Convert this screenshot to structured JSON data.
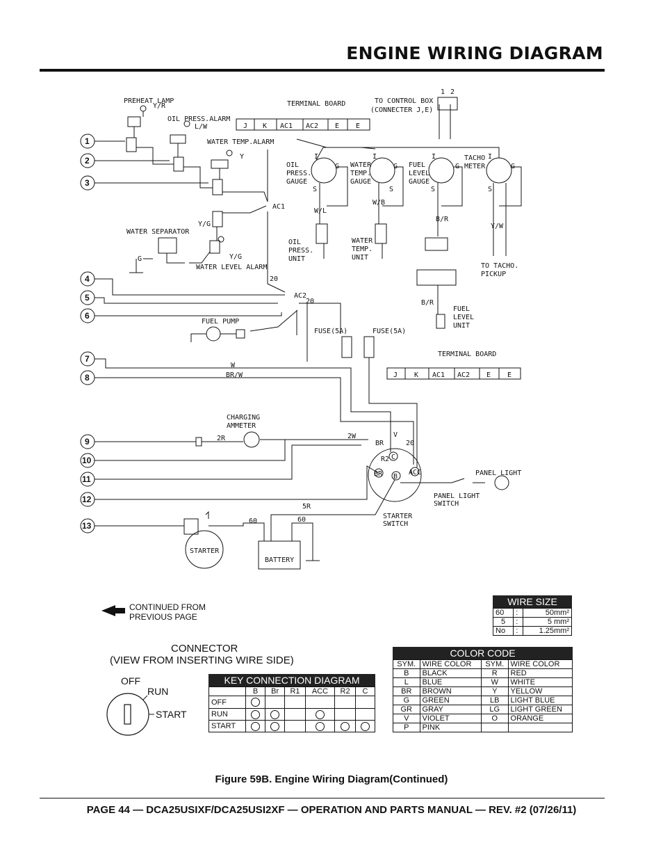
{
  "page": {
    "title": "ENGINE WIRING DIAGRAM",
    "caption": "Figure 59B. Engine Wiring Diagram(Continued)",
    "footer": "PAGE 44 — DCA25USIXF/DCA25USI2XF — OPERATION AND PARTS MANUAL — REV. #2 (07/26/11)"
  },
  "diagram": {
    "labels": {
      "preheat_lamp": "PREHEAT LAMP",
      "oil_press_alarm": "OIL PRESS.ALARM",
      "water_temp_alarm": "WATER TEMP.ALARM",
      "terminal_board_top": "TERMINAL BOARD",
      "to_control_box": "TO CONTROL BOX",
      "connecter_je": "(CONNECTER J,E)",
      "water_separator": "WATER SEPARATOR",
      "water_level_alarm": "WATER LEVEL ALARM",
      "oil_press_gauge": [
        "OIL",
        "PRESS.",
        "GAUGE"
      ],
      "water_temp_gauge": [
        "WATER",
        "TEMP.",
        "GAUGE"
      ],
      "fuel_level_gauge": [
        "FUEL",
        "LEVEL",
        "GAUGE"
      ],
      "tacho_meter": [
        "TACHO",
        "METER"
      ],
      "oil_press_unit": [
        "OIL",
        "PRESS.",
        "UNIT"
      ],
      "water_temp_unit": [
        "WATER",
        "TEMP.",
        "UNIT"
      ],
      "to_tacho_pickup": [
        "TO TACHO.",
        "PICKUP"
      ],
      "fuel_level_unit": [
        "FUEL",
        "LEVEL",
        "UNIT"
      ],
      "fuel_pump": "FUEL PUMP",
      "fuse1": "FUSE(5A)",
      "fuse2": "FUSE(5A)",
      "terminal_board_mid": "TERMINAL BOARD",
      "charging_ammeter": [
        "CHARGING",
        "AMMETER"
      ],
      "panel_light": "PANEL LIGHT",
      "panel_light_switch": [
        "PANEL LIGHT",
        "SWITCH"
      ],
      "starter_switch": [
        "STARTER",
        "SWITCH"
      ],
      "starter": "STARTER",
      "battery": "BATTERY",
      "ac1": "AC1",
      "ac2": "AC2"
    },
    "terminal_cells": [
      "J",
      "K",
      "AC1",
      "AC2",
      "E",
      "E"
    ],
    "wire_labels": {
      "yr": "Y/R",
      "lw": "L/W",
      "y": "Y",
      "yg": "Y/G",
      "yg2": "Y/G",
      "g": "G",
      "w": "W",
      "brw": "BR/W",
      "r2": "2R",
      "w2": "2W",
      "br": "BR",
      "v": "V",
      "o20a": "20",
      "o20b": "20",
      "o20c": "20",
      "r5": "5R",
      "o60a": "60",
      "o60b": "60",
      "wl": "W/L",
      "wb": "W/B",
      "br2": "B/R",
      "br3": "B/R",
      "yw": "Y/W",
      "one": "1",
      "two": "2"
    },
    "gauge_pins": {
      "i": "I",
      "g": "G",
      "s": "S"
    },
    "switch_pins": {
      "r2": "R2",
      "c": "C",
      "br": "BR",
      "b": "B",
      "acc": "ACC"
    },
    "callouts": [
      "1",
      "2",
      "3",
      "4",
      "5",
      "6",
      "7",
      "8",
      "9",
      "10",
      "11",
      "12",
      "13"
    ]
  },
  "continued": {
    "line1": "CONTINUED FROM",
    "line2": "PREVIOUS PAGE"
  },
  "wire_size": {
    "title": "WIRE SIZE",
    "rows": [
      {
        "code": "60",
        "sep": ":",
        "size": "50mm²"
      },
      {
        "code": "5",
        "sep": ":",
        "size": "5 mm²"
      },
      {
        "code": "No",
        "sep": ":",
        "size": "1.25mm²"
      }
    ]
  },
  "connector": {
    "title": "CONNECTOR",
    "subtitle": "(VIEW FROM INSERTING WIRE SIDE)",
    "off": "OFF",
    "run": "RUN",
    "start": "START"
  },
  "key_connection": {
    "title": "KEY CONNECTION DIAGRAM",
    "columns": [
      "",
      "B",
      "Br",
      "R1",
      "ACC",
      "R2",
      "C"
    ],
    "rows": [
      {
        "label": "OFF",
        "dots": [
          1,
          0,
          0,
          0,
          0,
          0
        ]
      },
      {
        "label": "RUN",
        "dots": [
          1,
          1,
          0,
          1,
          0,
          0
        ]
      },
      {
        "label": "START",
        "dots": [
          1,
          1,
          0,
          1,
          1,
          1
        ]
      }
    ]
  },
  "color_code": {
    "title": "COLOR CODE",
    "headers": [
      "SYM.",
      "WIRE COLOR",
      "SYM.",
      "WIRE COLOR"
    ],
    "rows": [
      [
        "B",
        "BLACK",
        "R",
        "RED"
      ],
      [
        "L",
        "BLUE",
        "W",
        "WHITE"
      ],
      [
        "BR",
        "BROWN",
        "Y",
        "YELLOW"
      ],
      [
        "G",
        "GREEN",
        "LB",
        "LIGHT BLUE"
      ],
      [
        "GR",
        "GRAY",
        "LG",
        "LIGHT GREEN"
      ],
      [
        "V",
        "VIOLET",
        "O",
        "ORANGE"
      ],
      [
        "P",
        "PINK",
        "",
        ""
      ]
    ]
  }
}
